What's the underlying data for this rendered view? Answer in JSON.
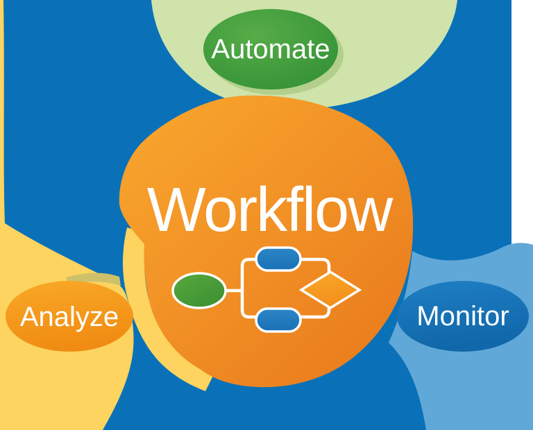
{
  "diagram": {
    "title": {
      "label": "Workflow"
    },
    "satellites": [
      {
        "label": "Automate",
        "position": "top"
      },
      {
        "label": "Analyze",
        "position": "left"
      },
      {
        "label": "Monitor",
        "position": "right"
      }
    ],
    "flowchart": {
      "nodes": [
        {
          "type": "start",
          "shape": "ellipse",
          "color_name": "green"
        },
        {
          "type": "process",
          "shape": "rounded-rect",
          "color_name": "blue"
        },
        {
          "type": "process",
          "shape": "rounded-rect",
          "color_name": "blue"
        },
        {
          "type": "decision",
          "shape": "diamond",
          "color_name": "orange"
        }
      ]
    },
    "colors": {
      "background_blue": "#0a71b8",
      "green_swoosh": "#cfe3ab",
      "green_swoosh_shadow": "#b2d08c",
      "yellow_swoosh": "#fcd45f",
      "olive_shadow": "#cfc169",
      "light_blue_swoosh": "#60a8d8",
      "circle_orange_light": "#f9a82f",
      "circle_orange_dark": "#e97a1c",
      "automate_green_light": "#56ac47",
      "automate_green_dark": "#2e8c33",
      "analyze_orange_light": "#f9a827",
      "analyze_orange_dark": "#f08c13",
      "monitor_blue_light": "#1f7ec3",
      "monitor_blue_dark": "#1067a9",
      "node_green_light": "#57a83e",
      "node_green_dark": "#3d9132",
      "pill_blue_light": "#2b86c7",
      "pill_blue_dark": "#1a70b5",
      "diamond_orange_light": "#fba92c",
      "diamond_orange_dark": "#f28f1a",
      "connector_white": "#ffffff",
      "label_text": "#ffffff"
    }
  }
}
